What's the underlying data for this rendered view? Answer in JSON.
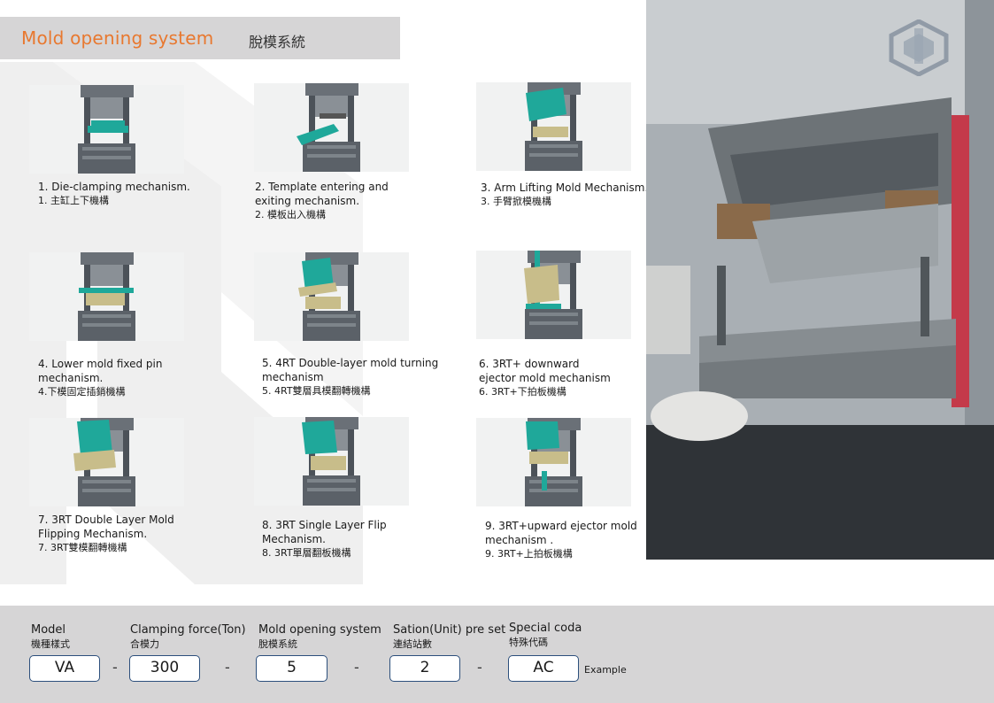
{
  "title": {
    "en": "Mold opening system",
    "zh": "脫模系統"
  },
  "mechanisms": [
    {
      "lines": [
        "1. Die-clamping  mechanism.",
        "1. 主缸上下機構"
      ]
    },
    {
      "lines": [
        "2. Template  entering  and",
        "exiting  mechanism.",
        "2. 模板出入機構"
      ]
    },
    {
      "lines": [
        "3. Arm Lifting Mold Mechanism.",
        "3. 手臂掀模機構"
      ]
    },
    {
      "lines": [
        "4. Lower mold fixed pin",
        "mechanism.",
        "4.下模固定插銷機構"
      ]
    },
    {
      "lines": [
        "5. 4RT Double-layer mold turning",
        "mechanism",
        "5. 4RT雙層具模翻轉機構"
      ]
    },
    {
      "lines": [
        "6. 3RT+ downward",
        "ejector mold mechanism",
        "6. 3RT+下拍板機構"
      ]
    },
    {
      "lines": [
        "7. 3RT Double Layer Mold",
        "Flipping  Mechanism.",
        "7. 3RT雙模翻轉機構"
      ]
    },
    {
      "lines": [
        "8. 3RT Single  Layer Flip",
        "Mechanism.",
        "8. 3RT單層翻板機構"
      ]
    },
    {
      "lines": [
        "9. 3RT+upward  ejector mold",
        "mechanism  .",
        "9. 3RT+上拍板機構"
      ]
    }
  ],
  "code": {
    "fields": [
      {
        "label": "Model",
        "label_zh": "機種樣式",
        "value": "VA"
      },
      {
        "label": "Clamping  force(Ton)",
        "label_zh": "合模力",
        "value": "300"
      },
      {
        "label": "Mold opening  system",
        "label_zh": "脫模系統",
        "value": "5"
      },
      {
        "label": "Sation(Unit)  pre set",
        "label_zh": "連結站數",
        "value": "2"
      },
      {
        "label": "Special  coda",
        "label_zh": "特殊代碼",
        "value": "AC"
      }
    ],
    "separator": "-",
    "example": "Example"
  },
  "colors": {
    "accent": "#e8782f",
    "bar": "#d6d5d6",
    "box_border": "#2c4f7c",
    "machine": "#5b6168",
    "plate": "#1fa89a",
    "mold": "#c8bd8a"
  },
  "icons": {
    "logo": "company-logo-icon"
  }
}
